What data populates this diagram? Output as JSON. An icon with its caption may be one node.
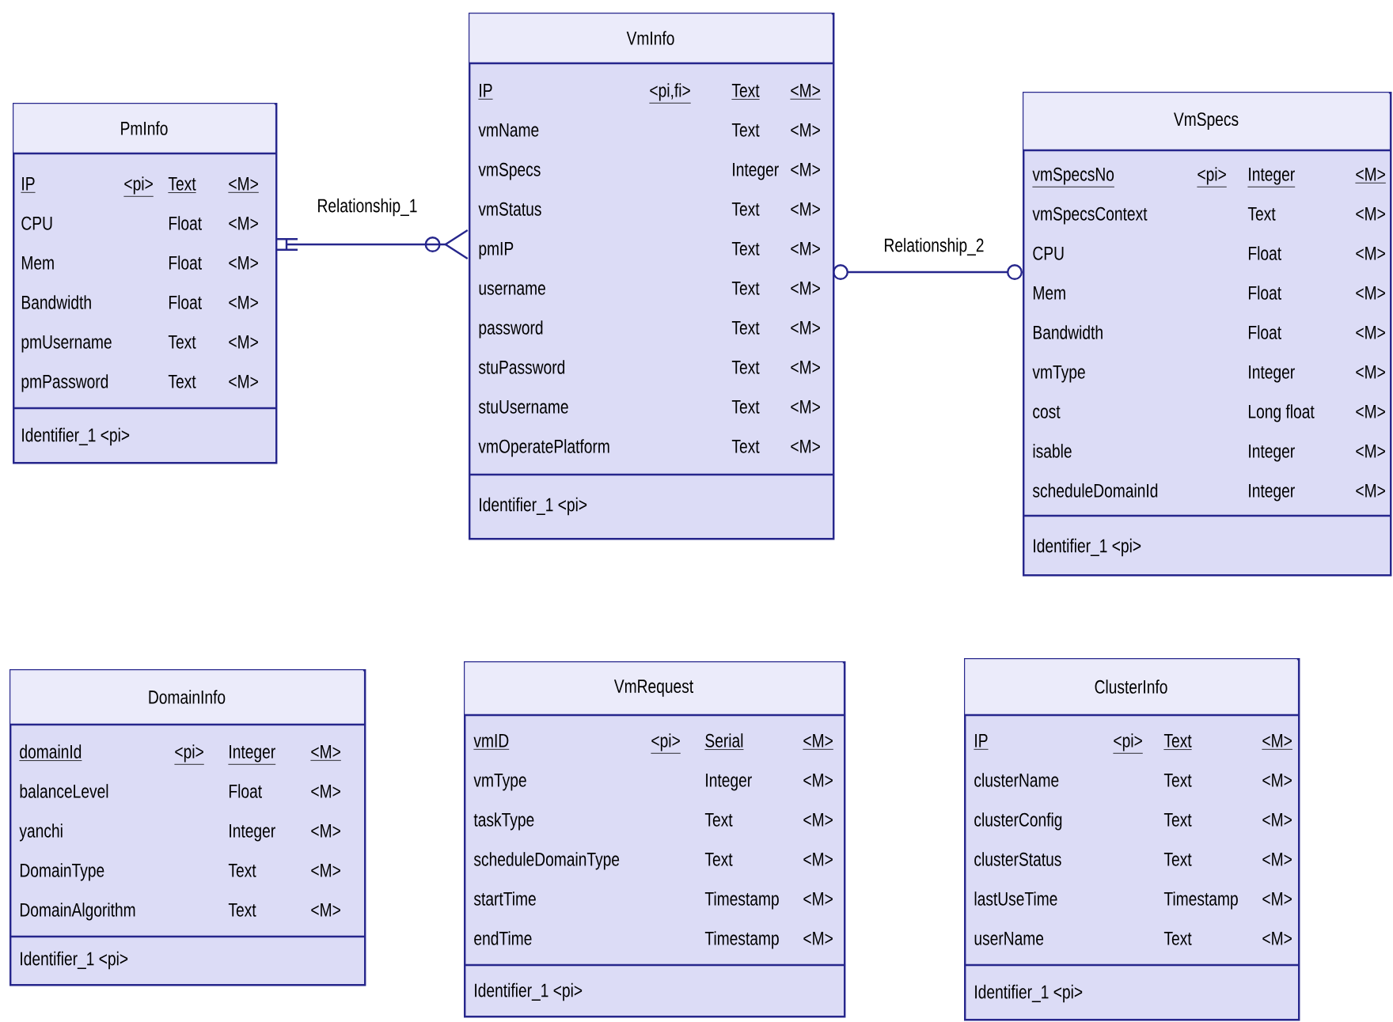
{
  "diagram": {
    "nodes": [
      {
        "text": [
          "PmInfo",
          "Identifier_1 <pi>"
        ]
      },
      {
        "text": [
          "IP",
          "<pi>",
          "Text",
          "<M>"
        ],
        "in": 0
      },
      {
        "text": [
          "CPU",
          "Float",
          "<M>"
        ],
        "in": 0
      },
      {
        "text": [
          "Mem",
          "Float",
          "<M>"
        ],
        "in": 0
      },
      {
        "text": [
          "Bandwidth",
          "Float",
          "<M>"
        ],
        "in": 0
      },
      {
        "text": [
          "pmUsername",
          "Text",
          "<M>"
        ],
        "in": 0
      },
      {
        "text": [
          "pmPassword",
          "Text",
          "<M>"
        ],
        "in": 0
      },
      {
        "text": [
          "VmInfo",
          "Identifier_1 <pi>"
        ]
      },
      {
        "text": [
          "IP",
          "<pi,fi>",
          "Text",
          "<M>"
        ],
        "in": 7
      },
      {
        "text": [
          "vmName",
          "Text",
          "<M>"
        ],
        "in": 7
      },
      {
        "text": [
          "vmSpecs",
          "Integer",
          "<M>"
        ],
        "in": 7
      },
      {
        "text": [
          "vmStatus",
          "Text",
          "<M>"
        ],
        "in": 7
      },
      {
        "text": [
          "pmIP",
          "Text",
          "<M>"
        ],
        "in": 7
      },
      {
        "text": [
          "username",
          "Text",
          "<M>"
        ],
        "in": 7
      },
      {
        "text": [
          "password",
          "Text",
          "<M>"
        ],
        "in": 7
      },
      {
        "text": [
          "stuPassword",
          "Text",
          "<M>"
        ],
        "in": 7
      },
      {
        "text": [
          "stuUsername",
          "Text",
          "<M>"
        ],
        "in": 7
      },
      {
        "text": [
          "vmOperatePlatform",
          "Text",
          "<M>"
        ],
        "in": 7
      },
      {
        "text": [
          "VmSpecs",
          "Identifier_1 <pi>"
        ]
      },
      {
        "text": [
          "vmSpecsNo",
          "<pi>",
          "Integer",
          "<M>"
        ],
        "in": 18
      },
      {
        "text": [
          "vmSpecsContext",
          "Text",
          "<M>"
        ],
        "in": 18
      },
      {
        "text": [
          "CPU",
          "Float",
          "<M>"
        ],
        "in": 18
      },
      {
        "text": [
          "Mem",
          "Float",
          "<M>"
        ],
        "in": 18
      },
      {
        "text": [
          "Bandwidth",
          "Float",
          "<M>"
        ],
        "in": 18
      },
      {
        "text": [
          "vmType",
          "Integer",
          "<M>"
        ],
        "in": 18
      },
      {
        "text": [
          "cost",
          "Long float",
          "<M>"
        ],
        "in": 18
      },
      {
        "text": [
          "isable",
          "Integer",
          "<M>"
        ],
        "in": 18
      },
      {
        "text": [
          "scheduleDomainId",
          "Integer",
          "<M>"
        ],
        "in": 18
      },
      {
        "text": [
          "DomainInfo",
          "Identifier_1 <pi>"
        ]
      },
      {
        "text": [
          "domainId",
          "<pi>",
          "Integer",
          "<M>"
        ],
        "in": 28
      },
      {
        "text": [
          "balanceLevel",
          "Float",
          "<M>"
        ],
        "in": 28
      },
      {
        "text": [
          "yanchi",
          "Integer",
          "<M>"
        ],
        "in": 28
      },
      {
        "text": [
          "DomainType",
          "Text",
          "<M>"
        ],
        "in": 28
      },
      {
        "text": [
          "DomainAlgorithm",
          "Text",
          "<M>"
        ],
        "in": 28
      },
      {
        "text": [
          "VmRequest",
          "Identifier_1 <pi>"
        ]
      },
      {
        "text": [
          "vmID",
          "<pi>",
          "Serial",
          "<M>"
        ],
        "in": 34
      },
      {
        "text": [
          "vmType",
          "Integer",
          "<M>"
        ],
        "in": 34
      },
      {
        "text": [
          "taskType",
          "Text",
          "<M>"
        ],
        "in": 34
      },
      {
        "text": [
          "scheduleDomainType",
          "Text",
          "<M>"
        ],
        "in": 34
      },
      {
        "text": [
          "startTime",
          "Timestamp",
          "<M>"
        ],
        "in": 34
      },
      {
        "text": [
          "endTime",
          "Timestamp",
          "<M>"
        ],
        "in": 34
      },
      {
        "text": [
          "ClusterInfo",
          "Identifier_1 <pi>"
        ]
      },
      {
        "text": [
          "IP",
          "<pi>",
          "Text",
          "<M>"
        ],
        "in": 41
      },
      {
        "text": [
          "clusterName",
          "Text",
          "<M>"
        ],
        "in": 41
      },
      {
        "text": [
          "clusterConfig",
          "Text",
          "<M>"
        ],
        "in": 41
      },
      {
        "text": [
          "clusterStatus",
          "Text",
          "<M>"
        ],
        "in": 41
      },
      {
        "text": [
          "lastUseTime",
          "Timestamp",
          "<M>"
        ],
        "in": 41
      },
      {
        "text": [
          "userName",
          "Text",
          "<M>"
        ],
        "in": 41
      }
    ],
    "edges": [
      {
        "from": 0,
        "to": 7,
        "arrow": "other",
        "label": "Relationship_1"
      },
      {
        "from": 7,
        "to": 18,
        "arrow": "other",
        "label": "Relationship_2"
      }
    ]
  }
}
